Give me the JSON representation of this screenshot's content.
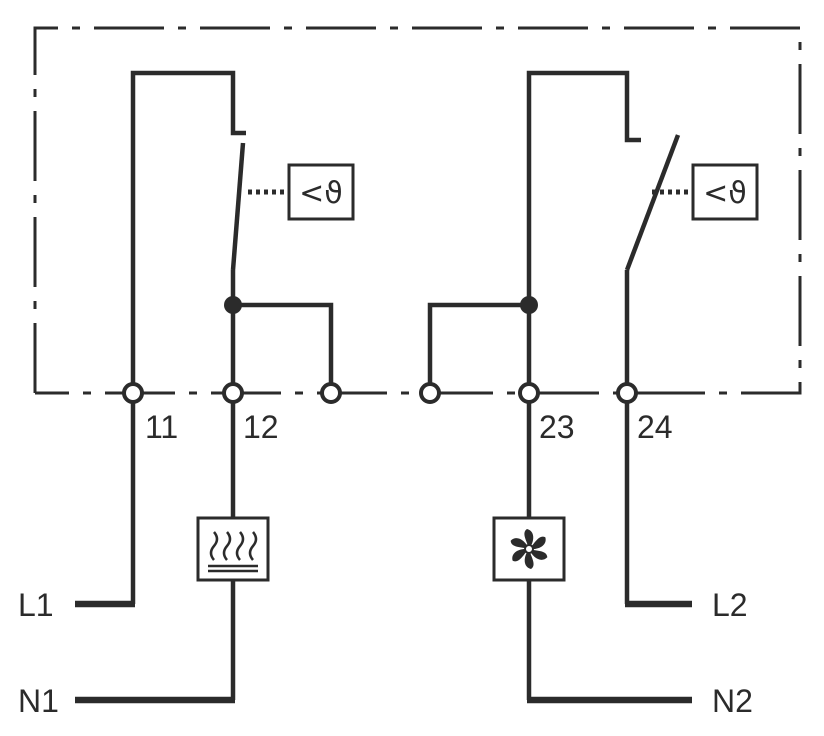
{
  "colors": {
    "line": "#2b2b2b",
    "background": "#ffffff"
  },
  "terminals": {
    "t11": "11",
    "t12": "12",
    "t23": "23",
    "t24": "24"
  },
  "supply": {
    "l1": "L1",
    "n1": "N1",
    "l2": "L2",
    "n2": "N2"
  },
  "thermostats": {
    "left_symbol": "<ϑ",
    "right_symbol": "<ϑ"
  },
  "loads": {
    "left_icon": "heater-icon",
    "right_icon": "fan-icon"
  }
}
